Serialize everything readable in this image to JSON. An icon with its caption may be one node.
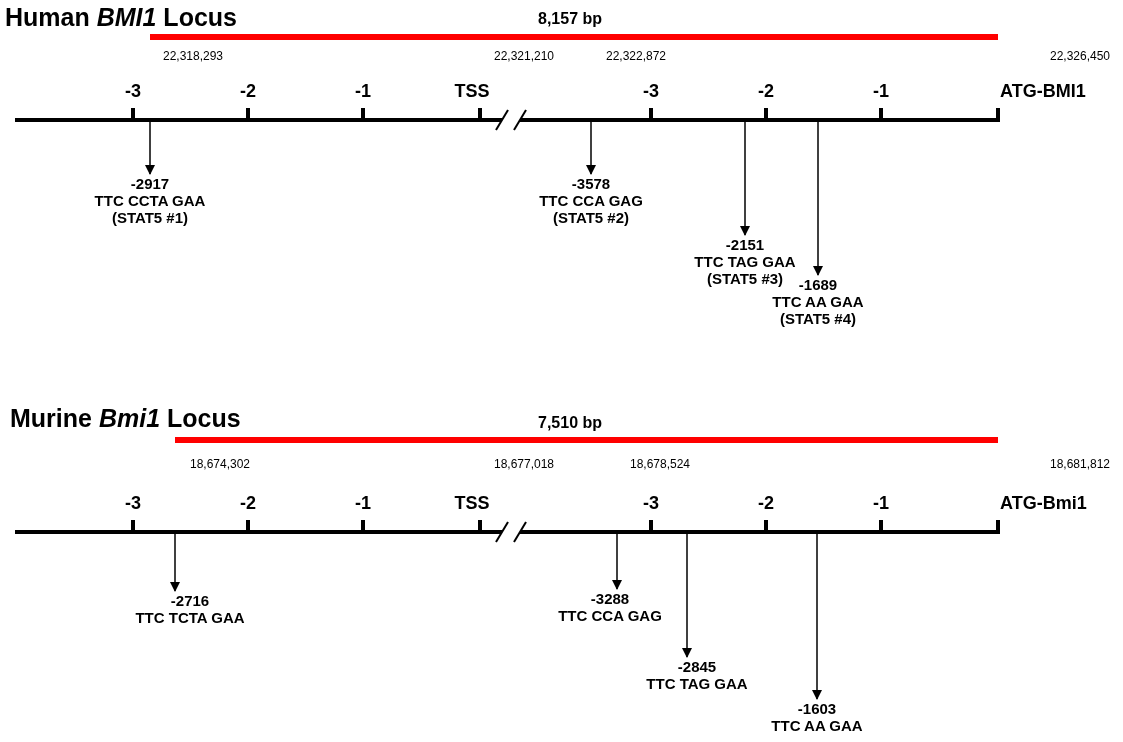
{
  "diagram": {
    "nodes": [
      {
        "text": [
          "-2917",
          "TTC CCTA GAA",
          "(STAT5 #1)"
        ]
      },
      {
        "text": [
          "-3578",
          "TTC CCA GAG",
          "(STAT5 #2)"
        ]
      },
      {
        "text": [
          "-2151",
          "TTC TAG GAA",
          "(STAT5 #3)"
        ]
      },
      {
        "text": [
          "-1689",
          "TTC AA GAA",
          "(STAT5 #4)"
        ]
      },
      {
        "text": [
          "-2716",
          "TTC TCTA GAA"
        ]
      },
      {
        "text": [
          "-3288",
          "TTC CCA GAG"
        ]
      },
      {
        "text": [
          "-2845",
          "TTC TAG GAA"
        ]
      },
      {
        "text": [
          "-1603",
          "TTC AA GAA"
        ]
      }
    ],
    "edges": [
      {
        "from": null,
        "to": 0,
        "arrow": "to"
      },
      {
        "from": null,
        "to": 1,
        "arrow": "to"
      },
      {
        "from": null,
        "to": 2,
        "arrow": "to"
      },
      {
        "from": null,
        "to": 3,
        "arrow": "to"
      },
      {
        "from": null,
        "to": 4,
        "arrow": "to"
      },
      {
        "from": null,
        "to": 5,
        "arrow": "to"
      },
      {
        "from": null,
        "to": 6,
        "arrow": "to"
      },
      {
        "from": null,
        "to": 7,
        "arrow": "to"
      }
    ],
    "labels": [
      "Human *BMI1* Locus",
      "8,157 bp",
      "22,318,293",
      "22,321,210",
      "22,322,872",
      "22,326,450",
      "-3",
      "-2",
      "-1",
      "TSS",
      "-3",
      "-2",
      "-1",
      "ATG-BMI1",
      "Murine *Bmi1* Locus",
      "7,510 bp",
      "18,674,302",
      "18,677,018",
      "18,678,524",
      "18,681,812",
      "-3",
      "-2",
      "-1",
      "TSS",
      "-3",
      "-2",
      "-1",
      "ATG-Bmi1"
    ]
  }
}
